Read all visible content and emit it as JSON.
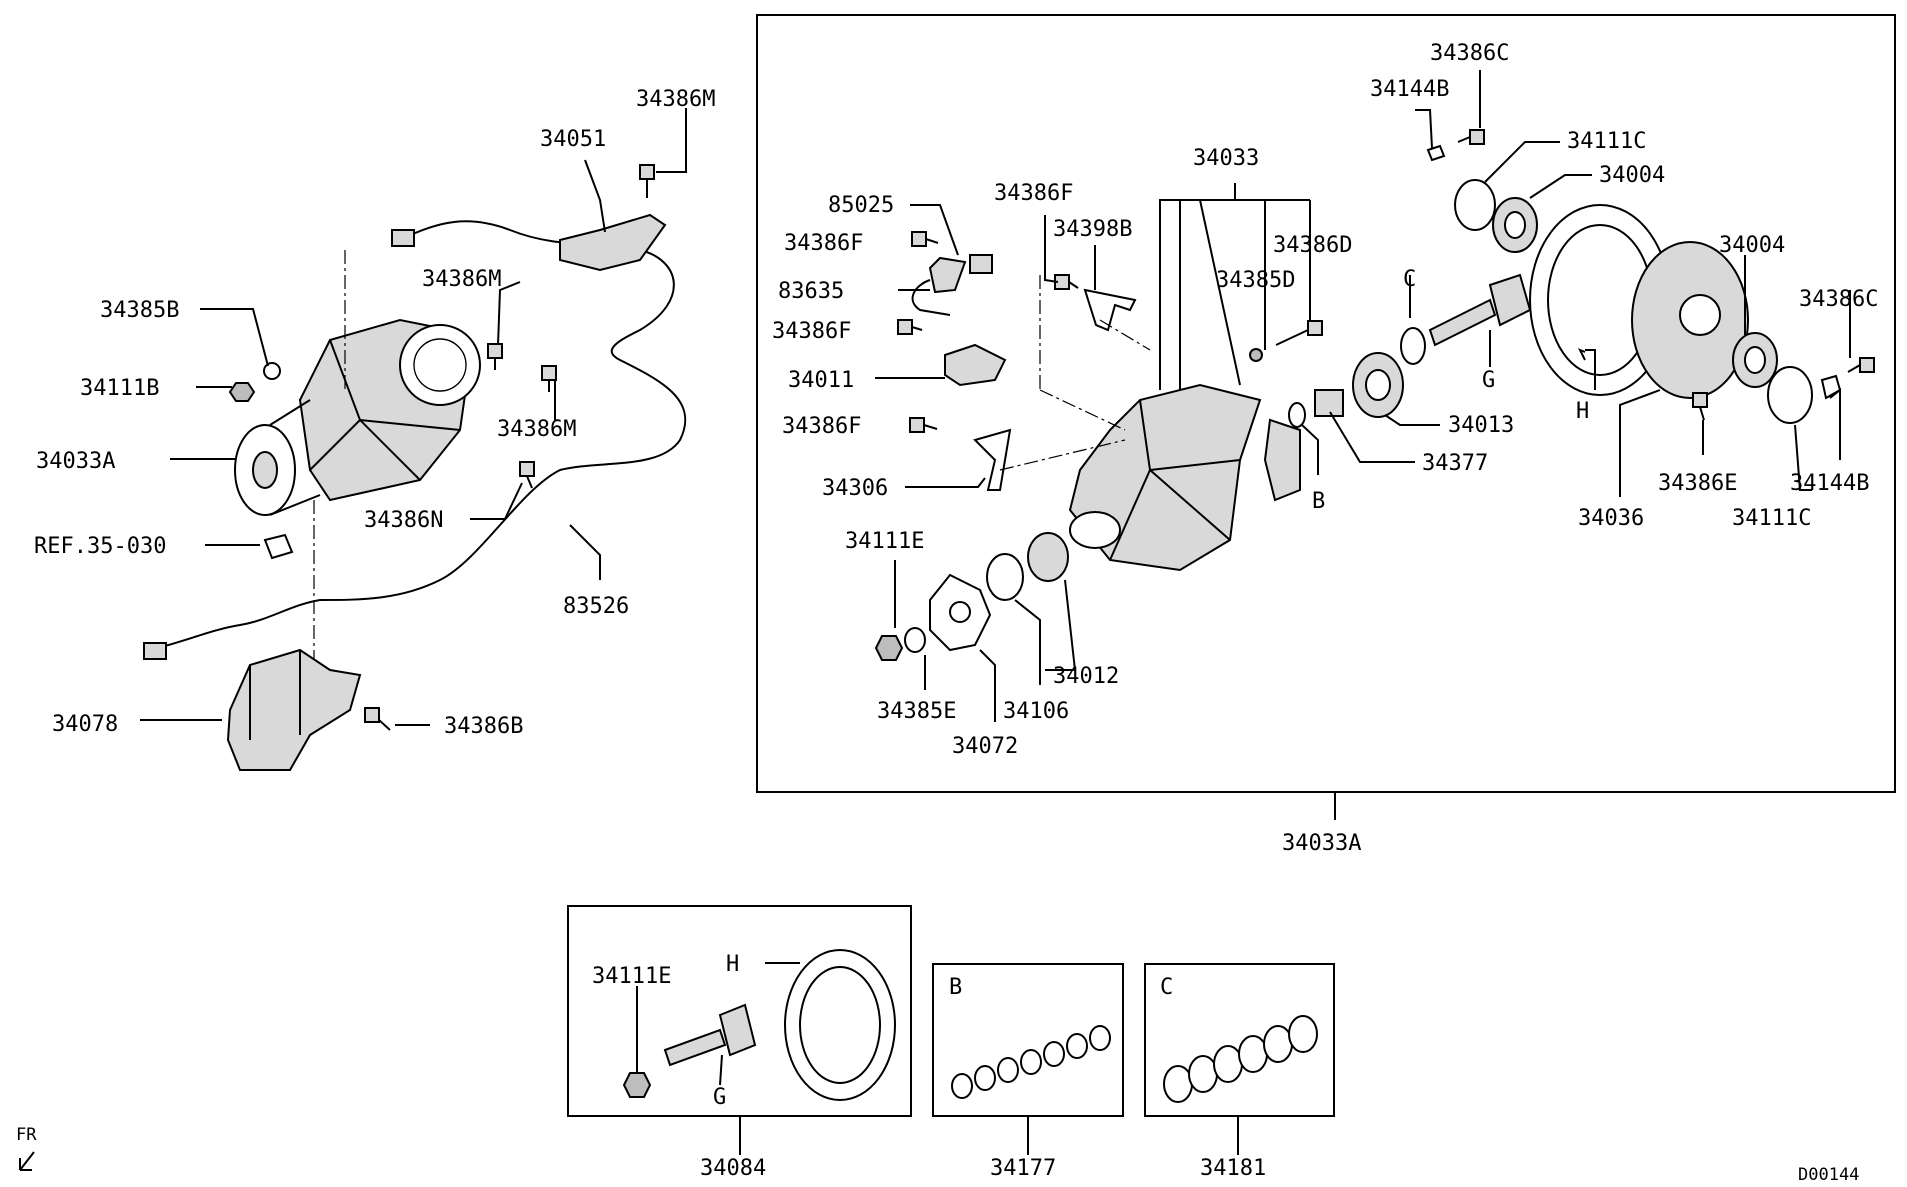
{
  "diagram": {
    "code": "D00144",
    "direction": "FR",
    "callouts": {
      "c34386M_top": "34386M",
      "c34051": "34051",
      "c34386M_mid": "34386M",
      "c34385B": "34385B",
      "c34111B": "34111B",
      "c34386M_low": "34386M",
      "c34033A_left": "34033A",
      "c34386N": "34386N",
      "cRef": "REF.35-030",
      "c83526": "83526",
      "c34078": "34078",
      "c34386B": "34386B",
      "c34033": "34033",
      "c34386C_top": "34386C",
      "c34144B_top": "34144B",
      "c34111C_top": "34111C",
      "c34004_top": "34004",
      "c85025": "85025",
      "c34386F_a": "34386F",
      "c34386F_b": "34386F",
      "c34398B": "34398B",
      "c34386D": "34386D",
      "c83635": "83635",
      "c34385D": "34385D",
      "cC": "C",
      "c34004_right": "34004",
      "c34386F_c": "34386F",
      "c34386C_right": "34386C",
      "c34011": "34011",
      "cG": "G",
      "cH": "H",
      "c34013": "34013",
      "c34386F_d": "34386F",
      "c34377": "34377",
      "c34386E": "34386E",
      "c34144B_right": "34144B",
      "c34306": "34306",
      "cB": "B",
      "c34111C_right": "34111C",
      "c34036": "34036",
      "c34111E": "34111E",
      "c34012": "34012",
      "c34385E": "34385E",
      "c34106": "34106",
      "c34072": "34072",
      "c34033A_box": "34033A",
      "c34111E_kit": "34111E",
      "cH_kit": "H",
      "cG_kit": "G",
      "cB_kit": "B",
      "cC_kit": "C",
      "c34084": "34084",
      "c34177": "34177",
      "c34181": "34181"
    }
  }
}
